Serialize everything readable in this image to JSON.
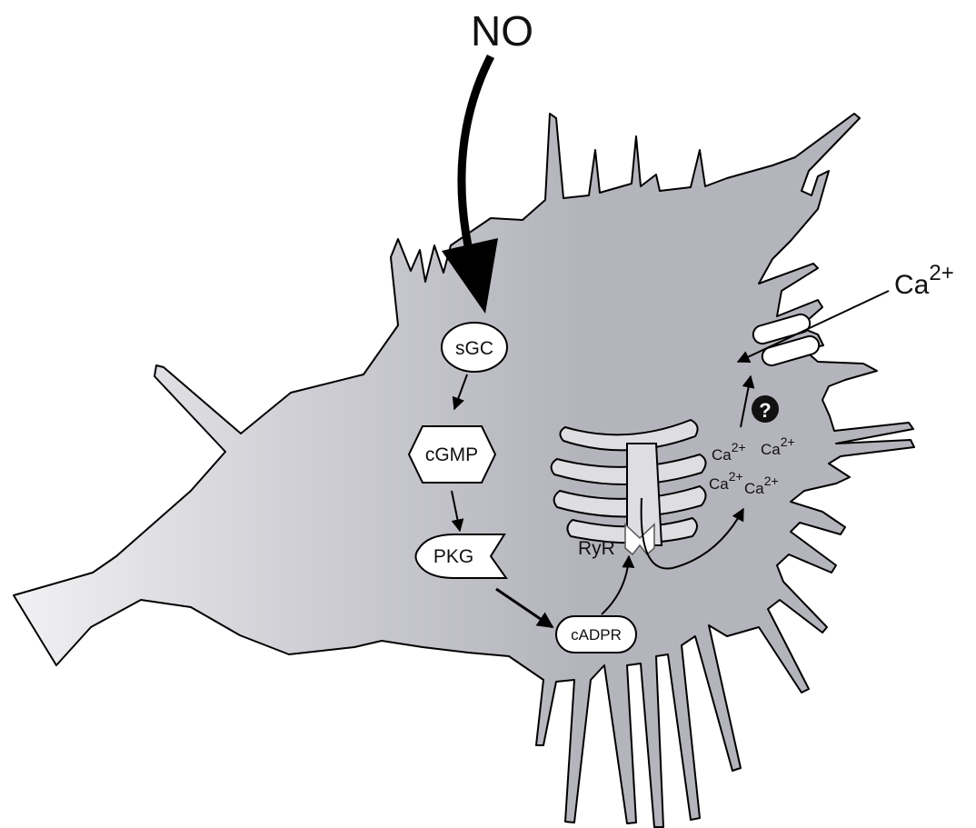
{
  "diagram": {
    "signal": "NO",
    "nodes": {
      "sgc": "sGC",
      "cgmp": "cGMP",
      "pkg": "PKG",
      "cadpr": "cADPR",
      "ryr": "RyR",
      "unknown": "?"
    },
    "ions": {
      "base": "Ca",
      "charge": "2+",
      "intracellular_count": 4
    },
    "colors": {
      "cell_fill": "#b4b4bc",
      "cell_fill_light": "#f1f1f3",
      "er_fill": "#dedee2",
      "outline": "#000000",
      "node_fill": "#ffffff",
      "unknown_fill": "#111111"
    }
  }
}
